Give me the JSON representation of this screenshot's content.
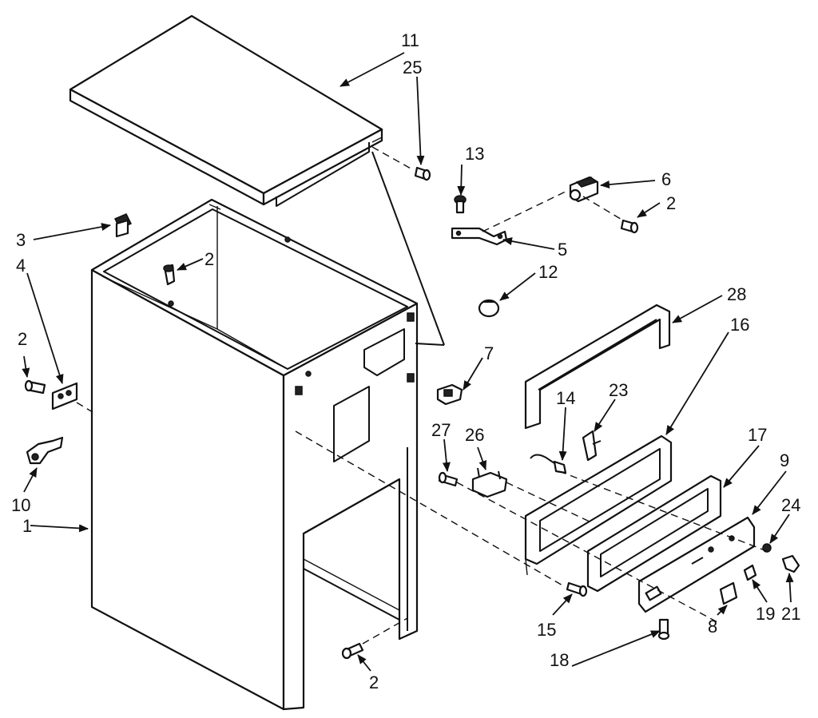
{
  "callouts": {
    "c1": "1",
    "c2a": "2",
    "c2b": "2",
    "c2c": "2",
    "c2d": "2",
    "c3": "3",
    "c4": "4",
    "c5": "5",
    "c6": "6",
    "c7": "7",
    "c8": "8",
    "c9": "9",
    "c10": "10",
    "c11": "11",
    "c12": "12",
    "c13": "13",
    "c14": "14",
    "c15": "15",
    "c16": "16",
    "c17": "17",
    "c18": "18",
    "c19": "19",
    "c21": "21",
    "c23": "23",
    "c24": "24",
    "c25": "25",
    "c26": "26",
    "c27": "27",
    "c28": "28"
  }
}
